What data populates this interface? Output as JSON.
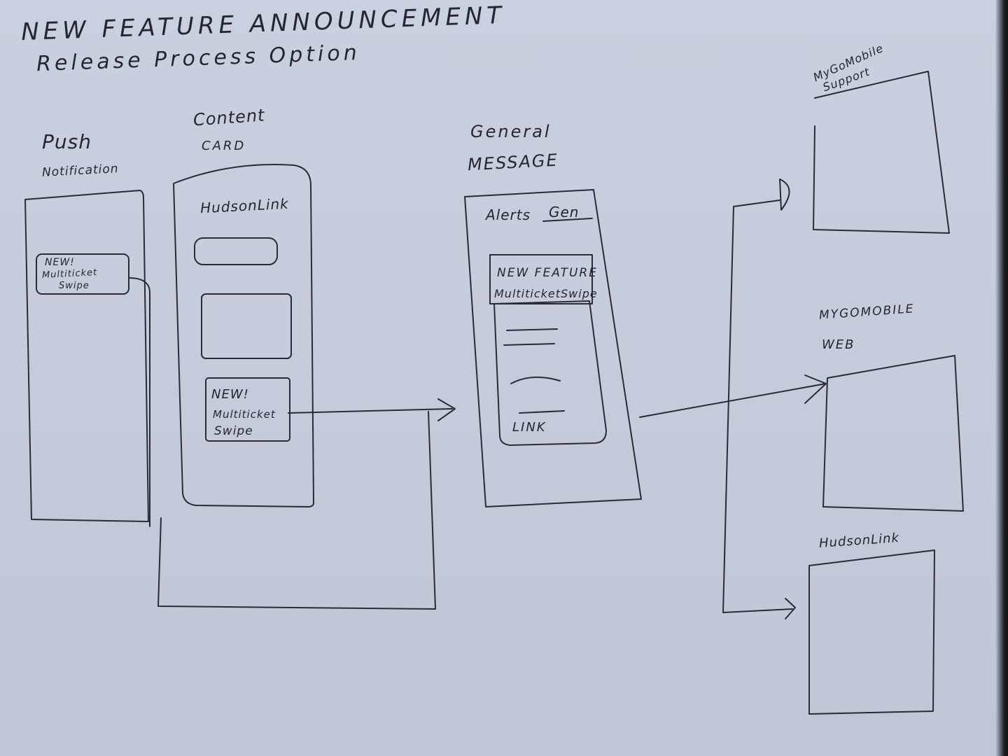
{
  "title": {
    "line1": "NEW FEATURE ANNOUNCEMENT",
    "line2": "Release Process Option"
  },
  "push": {
    "label1": "Push",
    "label2": "Notification",
    "notif_line1": "NEW!",
    "notif_line2": "Multiticket",
    "notif_line3": "Swipe"
  },
  "content_card": {
    "label1": "Content",
    "label2": "CARD",
    "app_name": "HudsonLink",
    "card_line1": "NEW!",
    "card_line2": "Multiticket",
    "card_line3": "Swipe"
  },
  "general_message": {
    "label1": "General",
    "label2": "MESSAGE",
    "tab_alerts": "Alerts",
    "tab_general": "Gen",
    "banner_line1": "NEW FEATURE",
    "banner_line2": "MultiticketSwipe",
    "link": "LINK"
  },
  "destinations": {
    "support_line1": "MyGoMobile",
    "support_line2": "Support",
    "web_line1": "MYGOMOBILE",
    "web_line2": "WEB",
    "hudson": "HudsonLink"
  }
}
